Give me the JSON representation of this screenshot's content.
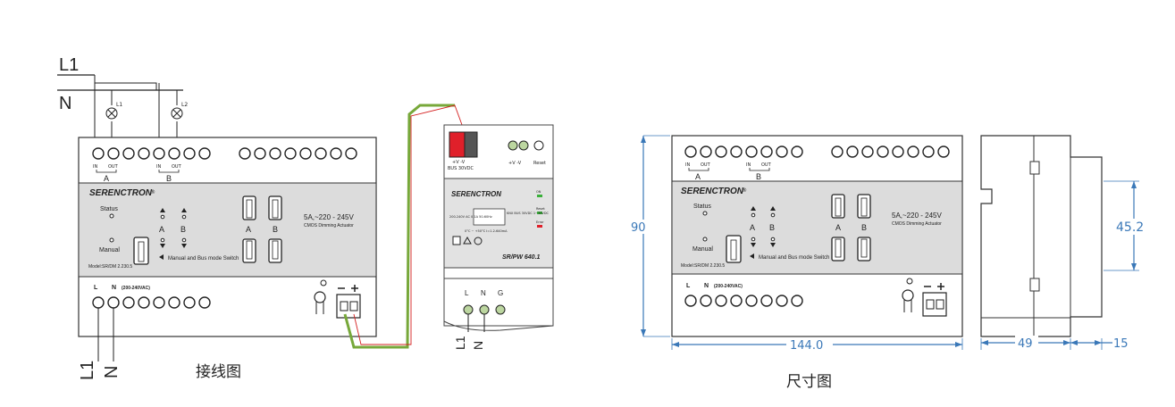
{
  "wiring": {
    "caption": "接线图",
    "line_labels": {
      "l1_top": "L1",
      "n_top": "N",
      "l1_bottom": "L1",
      "n_bottom": "N"
    },
    "lamp_labels": [
      "L1",
      "L2"
    ],
    "actuator": {
      "brand": "SERENCTRON",
      "reg": "®",
      "in_label": "IN",
      "out_label": "OUT",
      "channels": [
        "A",
        "B"
      ],
      "status": "Status",
      "manual": "Manual",
      "switch_text": "Manual and Bus mode Switch",
      "model": "Model:SR/DM 2.230.5",
      "rating": "5A,~220 - 245V",
      "subtitle": "CMOS  Dimming Actuator",
      "power_L": "L",
      "power_N": "N",
      "voltage": "(200-240VAC)"
    },
    "power_supply": {
      "brand": "SERENCTRON",
      "bus_pins": "+V  -V",
      "bus_label": "BUS 30VDC",
      "term_pins": "+V   -V",
      "reset": "Reset",
      "led_on": "ON",
      "led_reset": "Reset",
      "led_error": "Error",
      "model": "SR/PW 640.1",
      "spec_left": "200-240V AC 0.1A 50-60Hz",
      "spec_right": "KNX BUS 30VDC 1~30VDC",
      "spec_bottom": "0°C ~ +50°C   I=1.2-640mA",
      "in_labels": [
        "L",
        "N",
        "G"
      ],
      "wire_labels": [
        "L1",
        "N"
      ]
    }
  },
  "dimensions": {
    "caption": "尺寸图",
    "height": "90",
    "width": "144.0",
    "side_height": "45.2",
    "depth": "49",
    "rail": "15",
    "actuator": {
      "brand": "SERENCTRON",
      "reg": "®",
      "in_label": "IN",
      "out_label": "OUT",
      "channels": [
        "A",
        "B"
      ],
      "status": "Status",
      "manual": "Manual",
      "switch_text": "Manual and Bus mode Switch",
      "model": "Model:SR/DM 2.230.5",
      "rating": "5A,~220 - 245V",
      "subtitle": "CMOS  Dimming Actuator",
      "power_L": "L",
      "power_N": "N",
      "voltage": "(200-240VAC)"
    }
  },
  "colors": {
    "green_wire": "#77a83a",
    "red_wire": "#d42020",
    "terminal_red": "#e0202a",
    "dimension_blue": "#3a78b8",
    "panel_gray": "#dcdcdc"
  }
}
